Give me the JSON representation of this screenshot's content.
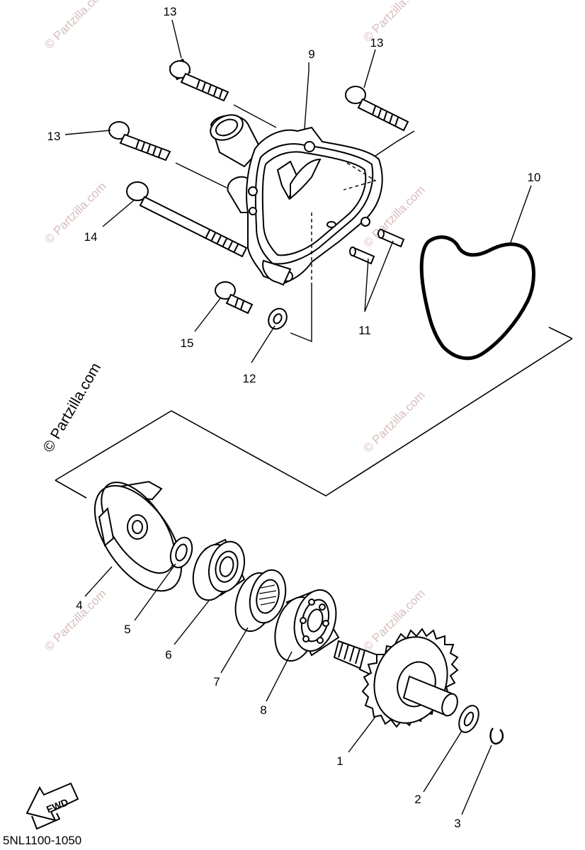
{
  "diagram": {
    "drawing_code": "5NL1100-1050",
    "fwd_label": "FWD",
    "watermark": "© Partzilla.com",
    "callouts": [
      "1",
      "2",
      "3",
      "4",
      "5",
      "6",
      "7",
      "8",
      "9",
      "10",
      "11",
      "12",
      "13",
      "13",
      "13",
      "14",
      "15"
    ]
  }
}
